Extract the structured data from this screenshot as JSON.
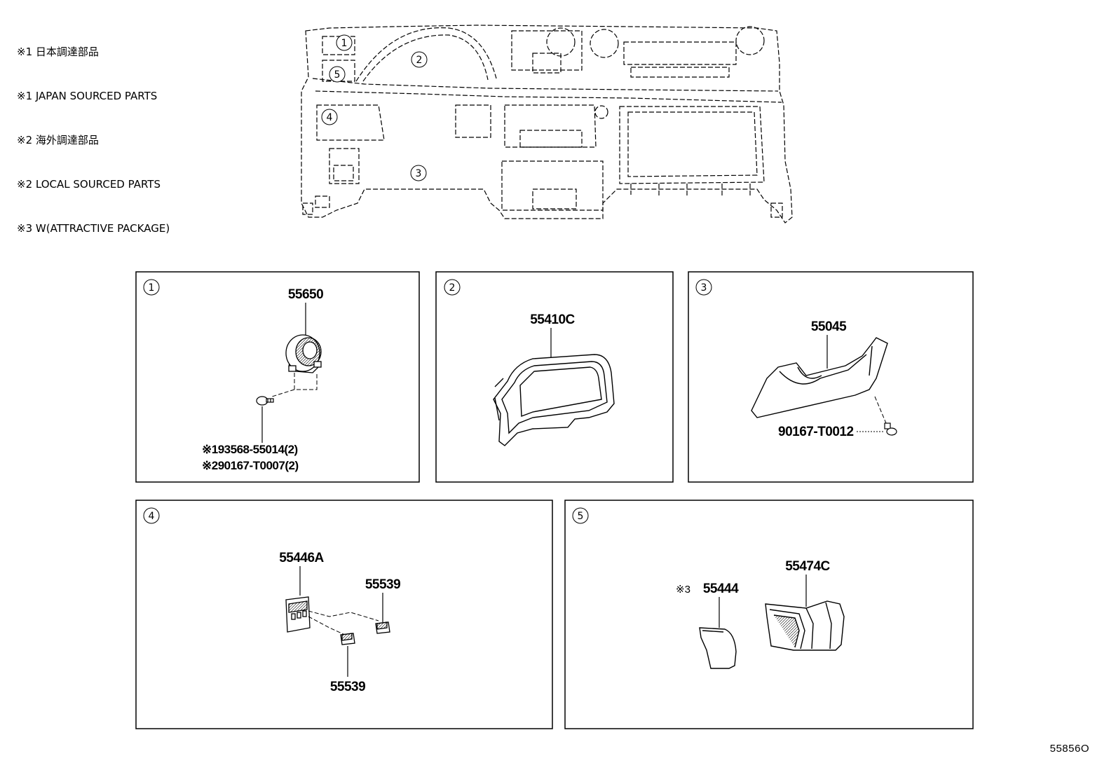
{
  "notes": [
    "※1 日本調達部品",
    "※1 JAPAN SOURCED PARTS",
    "※2 海外調達部品",
    "※2 LOCAL SOURCED PARTS",
    "※3 W(ATTRACTIVE PACKAGE)"
  ],
  "overview": {
    "callouts": [
      "1",
      "2",
      "3",
      "4",
      "5"
    ]
  },
  "panels": [
    {
      "index": "1",
      "parts": [
        "55650"
      ],
      "fasteners": [
        "※193568-55014(2)",
        "※290167-T0007(2)"
      ]
    },
    {
      "index": "2",
      "parts": [
        "55410C"
      ]
    },
    {
      "index": "3",
      "parts": [
        "55045",
        "90167-T0012"
      ]
    },
    {
      "index": "4",
      "parts": [
        "55446A",
        "55539",
        "55539"
      ]
    },
    {
      "index": "5",
      "parts": [
        "55474C"
      ],
      "prefixed_part": {
        "prefix": "※3",
        "number": "55444"
      }
    }
  ],
  "diagram_id": "55856O"
}
